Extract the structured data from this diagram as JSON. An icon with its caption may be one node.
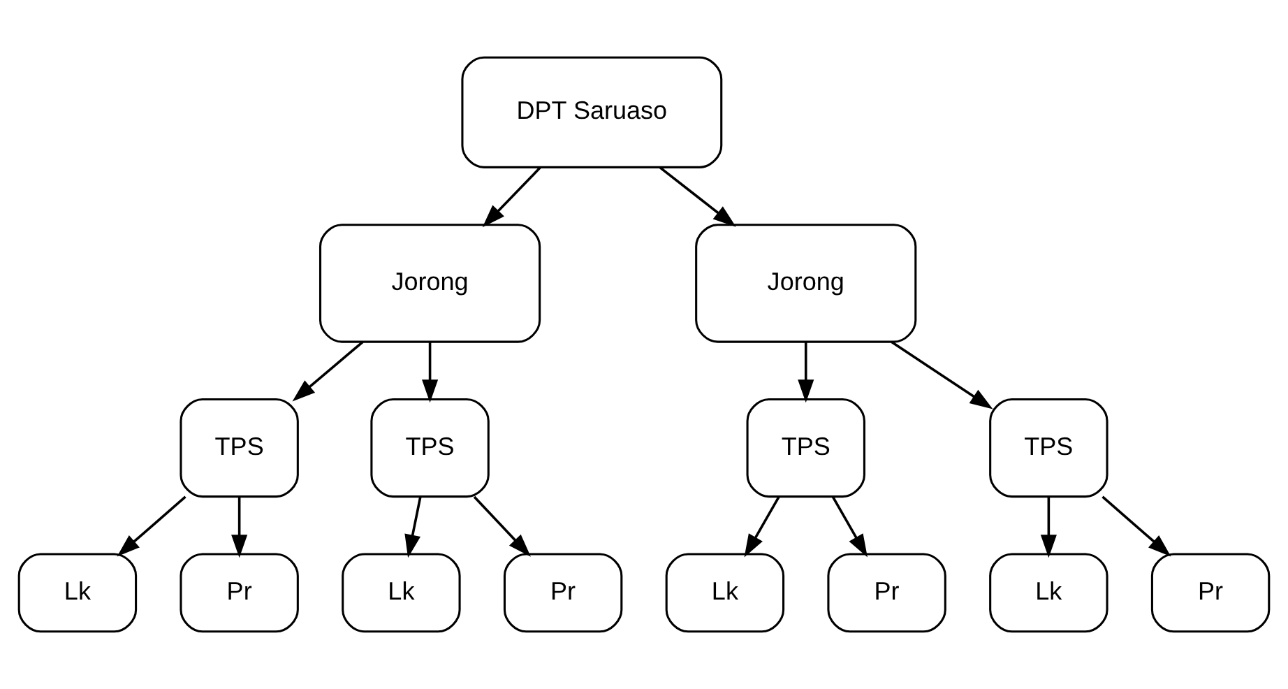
{
  "diagram": {
    "nodes": [
      {
        "text": [
          "DPT Saruaso"
        ]
      },
      {
        "text": [
          "Jorong"
        ]
      },
      {
        "text": [
          "Jorong"
        ]
      },
      {
        "text": [
          "TPS"
        ]
      },
      {
        "text": [
          "TPS"
        ]
      },
      {
        "text": [
          "TPS"
        ]
      },
      {
        "text": [
          "TPS"
        ]
      },
      {
        "text": [
          "Lk"
        ]
      },
      {
        "text": [
          "Pr"
        ]
      },
      {
        "text": [
          "Lk"
        ]
      },
      {
        "text": [
          "Pr"
        ]
      },
      {
        "text": [
          "Lk"
        ]
      },
      {
        "text": [
          "Pr"
        ]
      },
      {
        "text": [
          "Lk"
        ]
      },
      {
        "text": [
          "Pr"
        ]
      }
    ],
    "edges": [
      {
        "from": 0,
        "to": 1,
        "arrow": "to"
      },
      {
        "from": 0,
        "to": 2,
        "arrow": "to"
      },
      {
        "from": 1,
        "to": 3,
        "arrow": "to"
      },
      {
        "from": 1,
        "to": 4,
        "arrow": "to"
      },
      {
        "from": 2,
        "to": 5,
        "arrow": "to"
      },
      {
        "from": 2,
        "to": 6,
        "arrow": "to"
      },
      {
        "from": 3,
        "to": 7,
        "arrow": "to"
      },
      {
        "from": 3,
        "to": 8,
        "arrow": "to"
      },
      {
        "from": 4,
        "to": 9,
        "arrow": "to"
      },
      {
        "from": 4,
        "to": 10,
        "arrow": "to"
      },
      {
        "from": 5,
        "to": 11,
        "arrow": "to"
      },
      {
        "from": 5,
        "to": 12,
        "arrow": "to"
      },
      {
        "from": 6,
        "to": 13,
        "arrow": "to"
      },
      {
        "from": 6,
        "to": 14,
        "arrow": "to"
      }
    ]
  }
}
